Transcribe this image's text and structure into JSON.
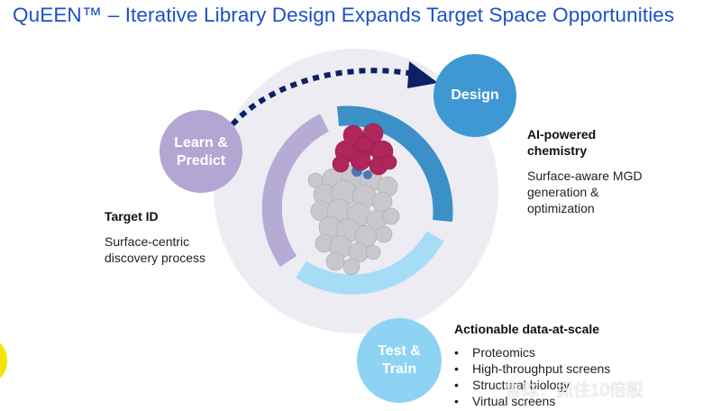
{
  "title": "QuEEN™ – Iterative Library Design Expands Target Space Opportunities",
  "nodes": {
    "design": "Design",
    "learn_predict": [
      "Learn &",
      "Predict"
    ],
    "test_train": [
      "Test &",
      "Train"
    ]
  },
  "ai_chemistry": {
    "heading": [
      "AI-powered",
      "chemistry"
    ],
    "body": [
      "Surface-aware MGD",
      "generation &",
      "optimization"
    ]
  },
  "target_id": {
    "heading": "Target ID",
    "body": [
      "Surface-centric",
      "discovery process"
    ]
  },
  "actionable": {
    "heading": "Actionable data-at-scale",
    "bullets": [
      "Proteomics",
      "High-throughput screens",
      "Structural biology",
      "Virtual screens"
    ]
  },
  "watermark": "雪球：抓住10倍股",
  "colors": {
    "title": "#1f4fc8",
    "design_node": "#3d98d4",
    "learn_node": "#b2a7d2",
    "test_node": "#8fd3f4",
    "arc_blue": "#3b90c8",
    "arc_light": "#a7dcf6",
    "arc_purple": "#b5abd4",
    "dotted_arrow": "#0f1f66",
    "protein_red": "#b0265a",
    "protein_gray": "#c8c8cc"
  }
}
